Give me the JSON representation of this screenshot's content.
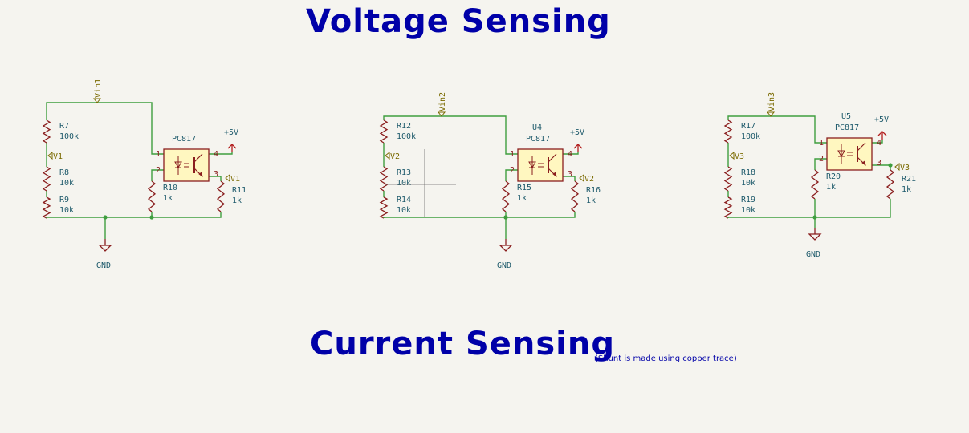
{
  "titles": {
    "voltage": "Voltage Sensing",
    "current": "Current Sensing",
    "current_note": "(Shunt is made using copper trace)"
  },
  "colors": {
    "background": "#f5f4ef",
    "wire": "#3f9e3f",
    "component": "#8a1e1e",
    "ic_fill": "#fff7c0",
    "text": "#1e5a6b",
    "label": "#7a6a00",
    "power": "#b31e1e",
    "title": "#0000a8"
  },
  "circuits": [
    {
      "net_in": "Vin1",
      "divider": [
        {
          "ref": "R7",
          "value": "100k"
        },
        {
          "ref": "R8",
          "value": "10k"
        },
        {
          "ref": "R9",
          "value": "10k"
        }
      ],
      "divider_label": "V1",
      "ic": {
        "ref": "",
        "part": "PC817",
        "pins": [
          "1",
          "2",
          "3",
          "4"
        ]
      },
      "r_led": {
        "ref": "R10",
        "value": "1k"
      },
      "r_out": {
        "ref": "R11",
        "value": "1k"
      },
      "out_label": "V1",
      "power": "+5V",
      "gnd": "GND"
    },
    {
      "net_in": "Vin2",
      "divider": [
        {
          "ref": "R12",
          "value": "100k"
        },
        {
          "ref": "R13",
          "value": "10k"
        },
        {
          "ref": "R14",
          "value": "10k"
        }
      ],
      "divider_label": "V2",
      "ic": {
        "ref": "U4",
        "part": "PC817",
        "pins": [
          "1",
          "2",
          "3",
          "4"
        ]
      },
      "r_led": {
        "ref": "R15",
        "value": "1k"
      },
      "r_out": {
        "ref": "R16",
        "value": "1k"
      },
      "out_label": "V2",
      "power": "+5V",
      "gnd": "GND"
    },
    {
      "net_in": "Vin3",
      "divider": [
        {
          "ref": "R17",
          "value": "100k"
        },
        {
          "ref": "R18",
          "value": "10k"
        },
        {
          "ref": "R19",
          "value": "10k"
        }
      ],
      "divider_label": "V3",
      "ic": {
        "ref": "U5",
        "part": "PC817",
        "pins": [
          "1",
          "2",
          "3",
          "4"
        ]
      },
      "r_led": {
        "ref": "R20",
        "value": "1k"
      },
      "r_out": {
        "ref": "R21",
        "value": "1k"
      },
      "out_label": "V3",
      "power": "+5V",
      "gnd": "GND"
    }
  ]
}
